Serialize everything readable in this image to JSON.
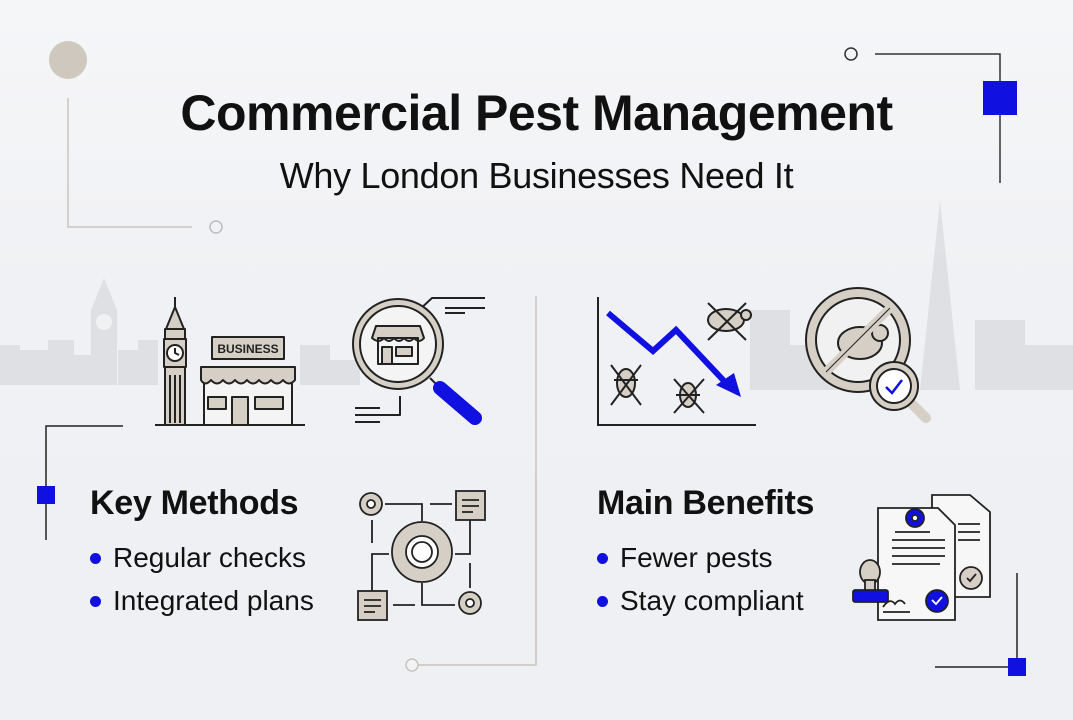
{
  "header": {
    "title": "Commercial Pest Management",
    "subtitle": "Why London Businesses Need It"
  },
  "illustrations": {
    "business_sign": "BUSINESS"
  },
  "sections": {
    "methods": {
      "heading": "Key Methods",
      "items": [
        "Regular checks",
        "Integrated plans"
      ]
    },
    "benefits": {
      "heading": "Main Benefits",
      "items": [
        "Fewer pests",
        "Stay compliant"
      ]
    }
  },
  "colors": {
    "accent_blue": "#1010e0",
    "beige": "#d6cfc5",
    "ink": "#111111",
    "skyline": "#dcdee2"
  }
}
